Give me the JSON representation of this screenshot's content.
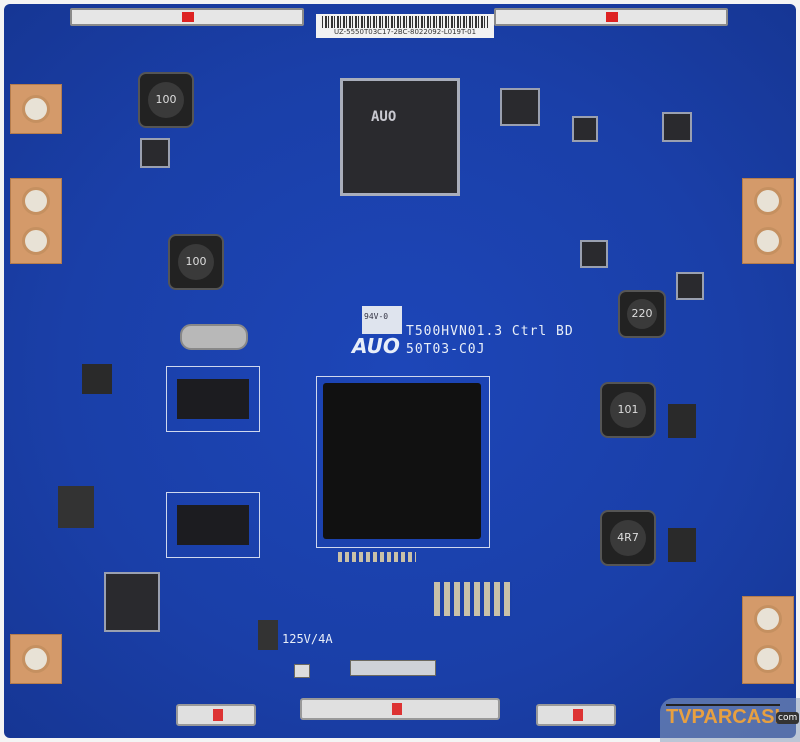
{
  "barcode_label": "UZ-5550T03C17-2BC-8022092-L019T-01",
  "board": {
    "model": "T500HVN01.3 Ctrl BD",
    "part": "50T03-C0J",
    "brand": "AUO",
    "rating_mark": "94V-0",
    "fuse_rating": "125V/4A",
    "main_chip_brand": "AUO"
  },
  "inductors": [
    "100",
    "100",
    "220",
    "101",
    "4R7"
  ],
  "watermark": {
    "name": "TVPARCASI",
    "suffix": "com"
  },
  "colors": {
    "pcb": "#1a3fa8",
    "pad": "#d49a6a",
    "watermark_text": "#e8a040"
  }
}
